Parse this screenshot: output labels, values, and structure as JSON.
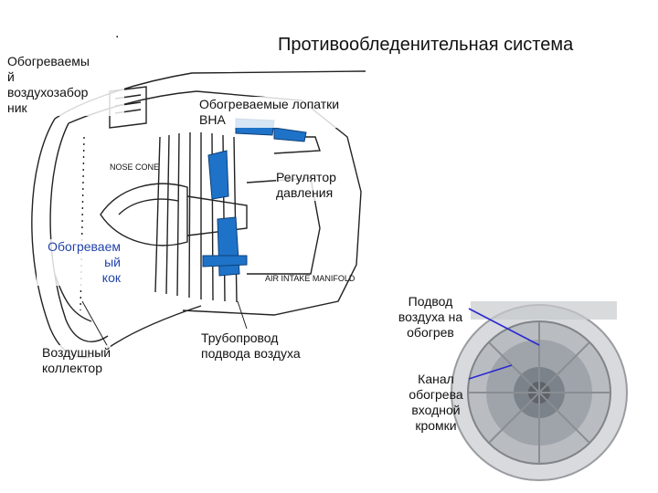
{
  "slide": {
    "title": "Противообледенительная система",
    "dot": "."
  },
  "labels": {
    "heated_intake": "Обогреваемы\nй\nвоздухозабор\nник",
    "heated_vanes": "Обогреваемые лопатки\nВНА",
    "pressure_regulator": "Регулятор\nдавления",
    "heated_cone": "Обогреваем\nый\nкок",
    "air_manifold": "Воздушный\nколлектор",
    "air_pipe": "Трубопровод\nподвода воздуха",
    "air_supply": "Подвод\nвоздуха на\nобогрев",
    "edge_channel": "Канал\nобогрева\nвходной\nкромки"
  },
  "drawing_text": {
    "nose_cone": "NOSE CONE",
    "air_intake_manifold": "AIR INTAKE MANIFOLD"
  },
  "colors": {
    "hot_air": "#1e73c8",
    "cone_label": "#2244aa",
    "pointer": "#2a2ad0",
    "line": "#222222"
  }
}
